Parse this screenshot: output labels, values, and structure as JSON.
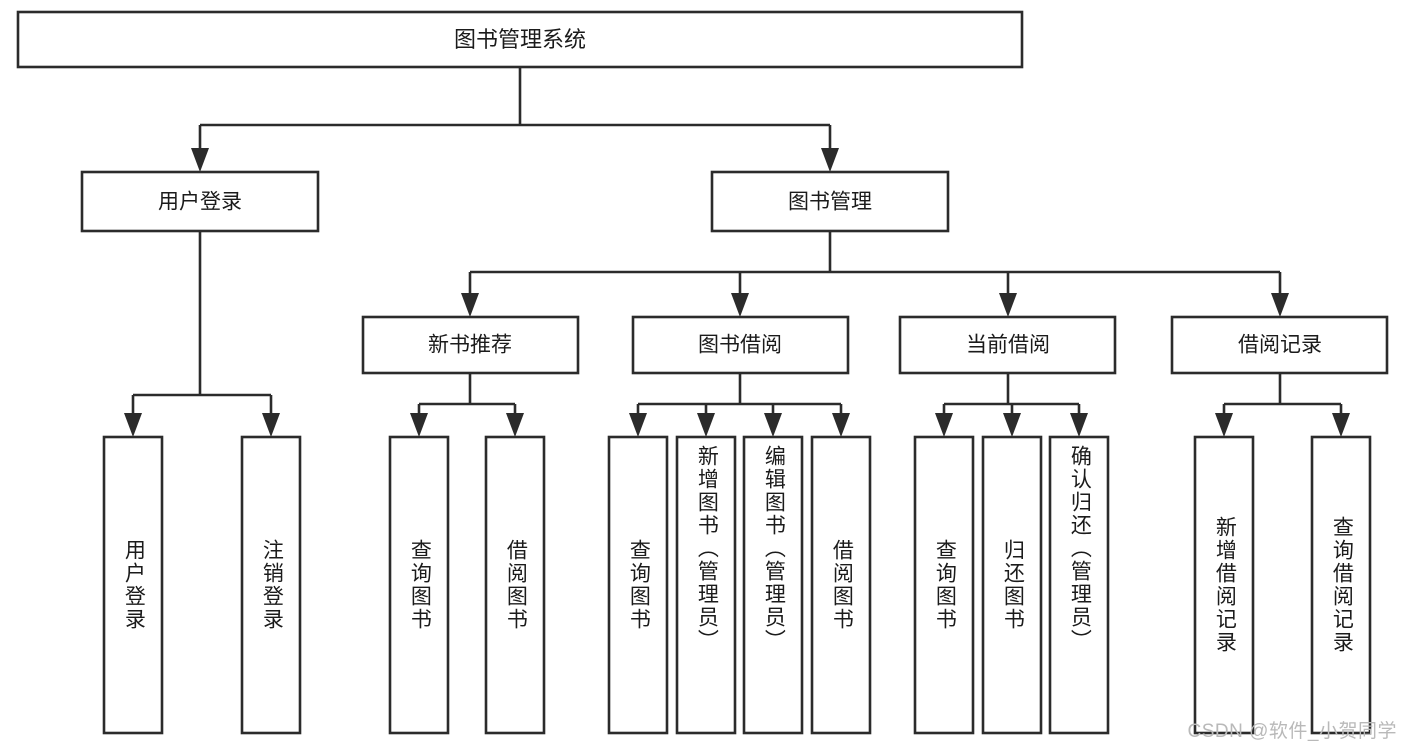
{
  "diagram": {
    "title": "图书管理系统",
    "type": "tree-hierarchy",
    "watermark": "CSDN @软件_小贺同学",
    "colors": {
      "stroke": "#2b2b2b",
      "box_fill": "#ffffff",
      "text": "#1b1b1b",
      "background": "#ffffff",
      "watermark": "#b9b9b9"
    },
    "root": {
      "label": "图书管理系统"
    },
    "level2": [
      {
        "label": "用户登录"
      },
      {
        "label": "图书管理"
      }
    ],
    "level3": [
      {
        "label": "新书推荐"
      },
      {
        "label": "图书借阅"
      },
      {
        "label": "当前借阅"
      },
      {
        "label": "借阅记录"
      }
    ],
    "leaves": {
      "user_login": [
        {
          "label": "用户登录"
        },
        {
          "label": "注销登录"
        }
      ],
      "new_book_recommend": [
        {
          "label": "查询图书"
        },
        {
          "label": "借阅图书"
        }
      ],
      "book_borrow": [
        {
          "label": "查询图书"
        },
        {
          "label": "新增图书（管理员）"
        },
        {
          "label": "编辑图书（管理员）"
        },
        {
          "label": "借阅图书"
        }
      ],
      "current_borrow": [
        {
          "label": "查询图书"
        },
        {
          "label": "归还图书"
        },
        {
          "label": "确认归还（管理员）"
        }
      ],
      "borrow_records": [
        {
          "label": "新增借阅记录"
        },
        {
          "label": "查询借阅记录"
        }
      ]
    }
  }
}
